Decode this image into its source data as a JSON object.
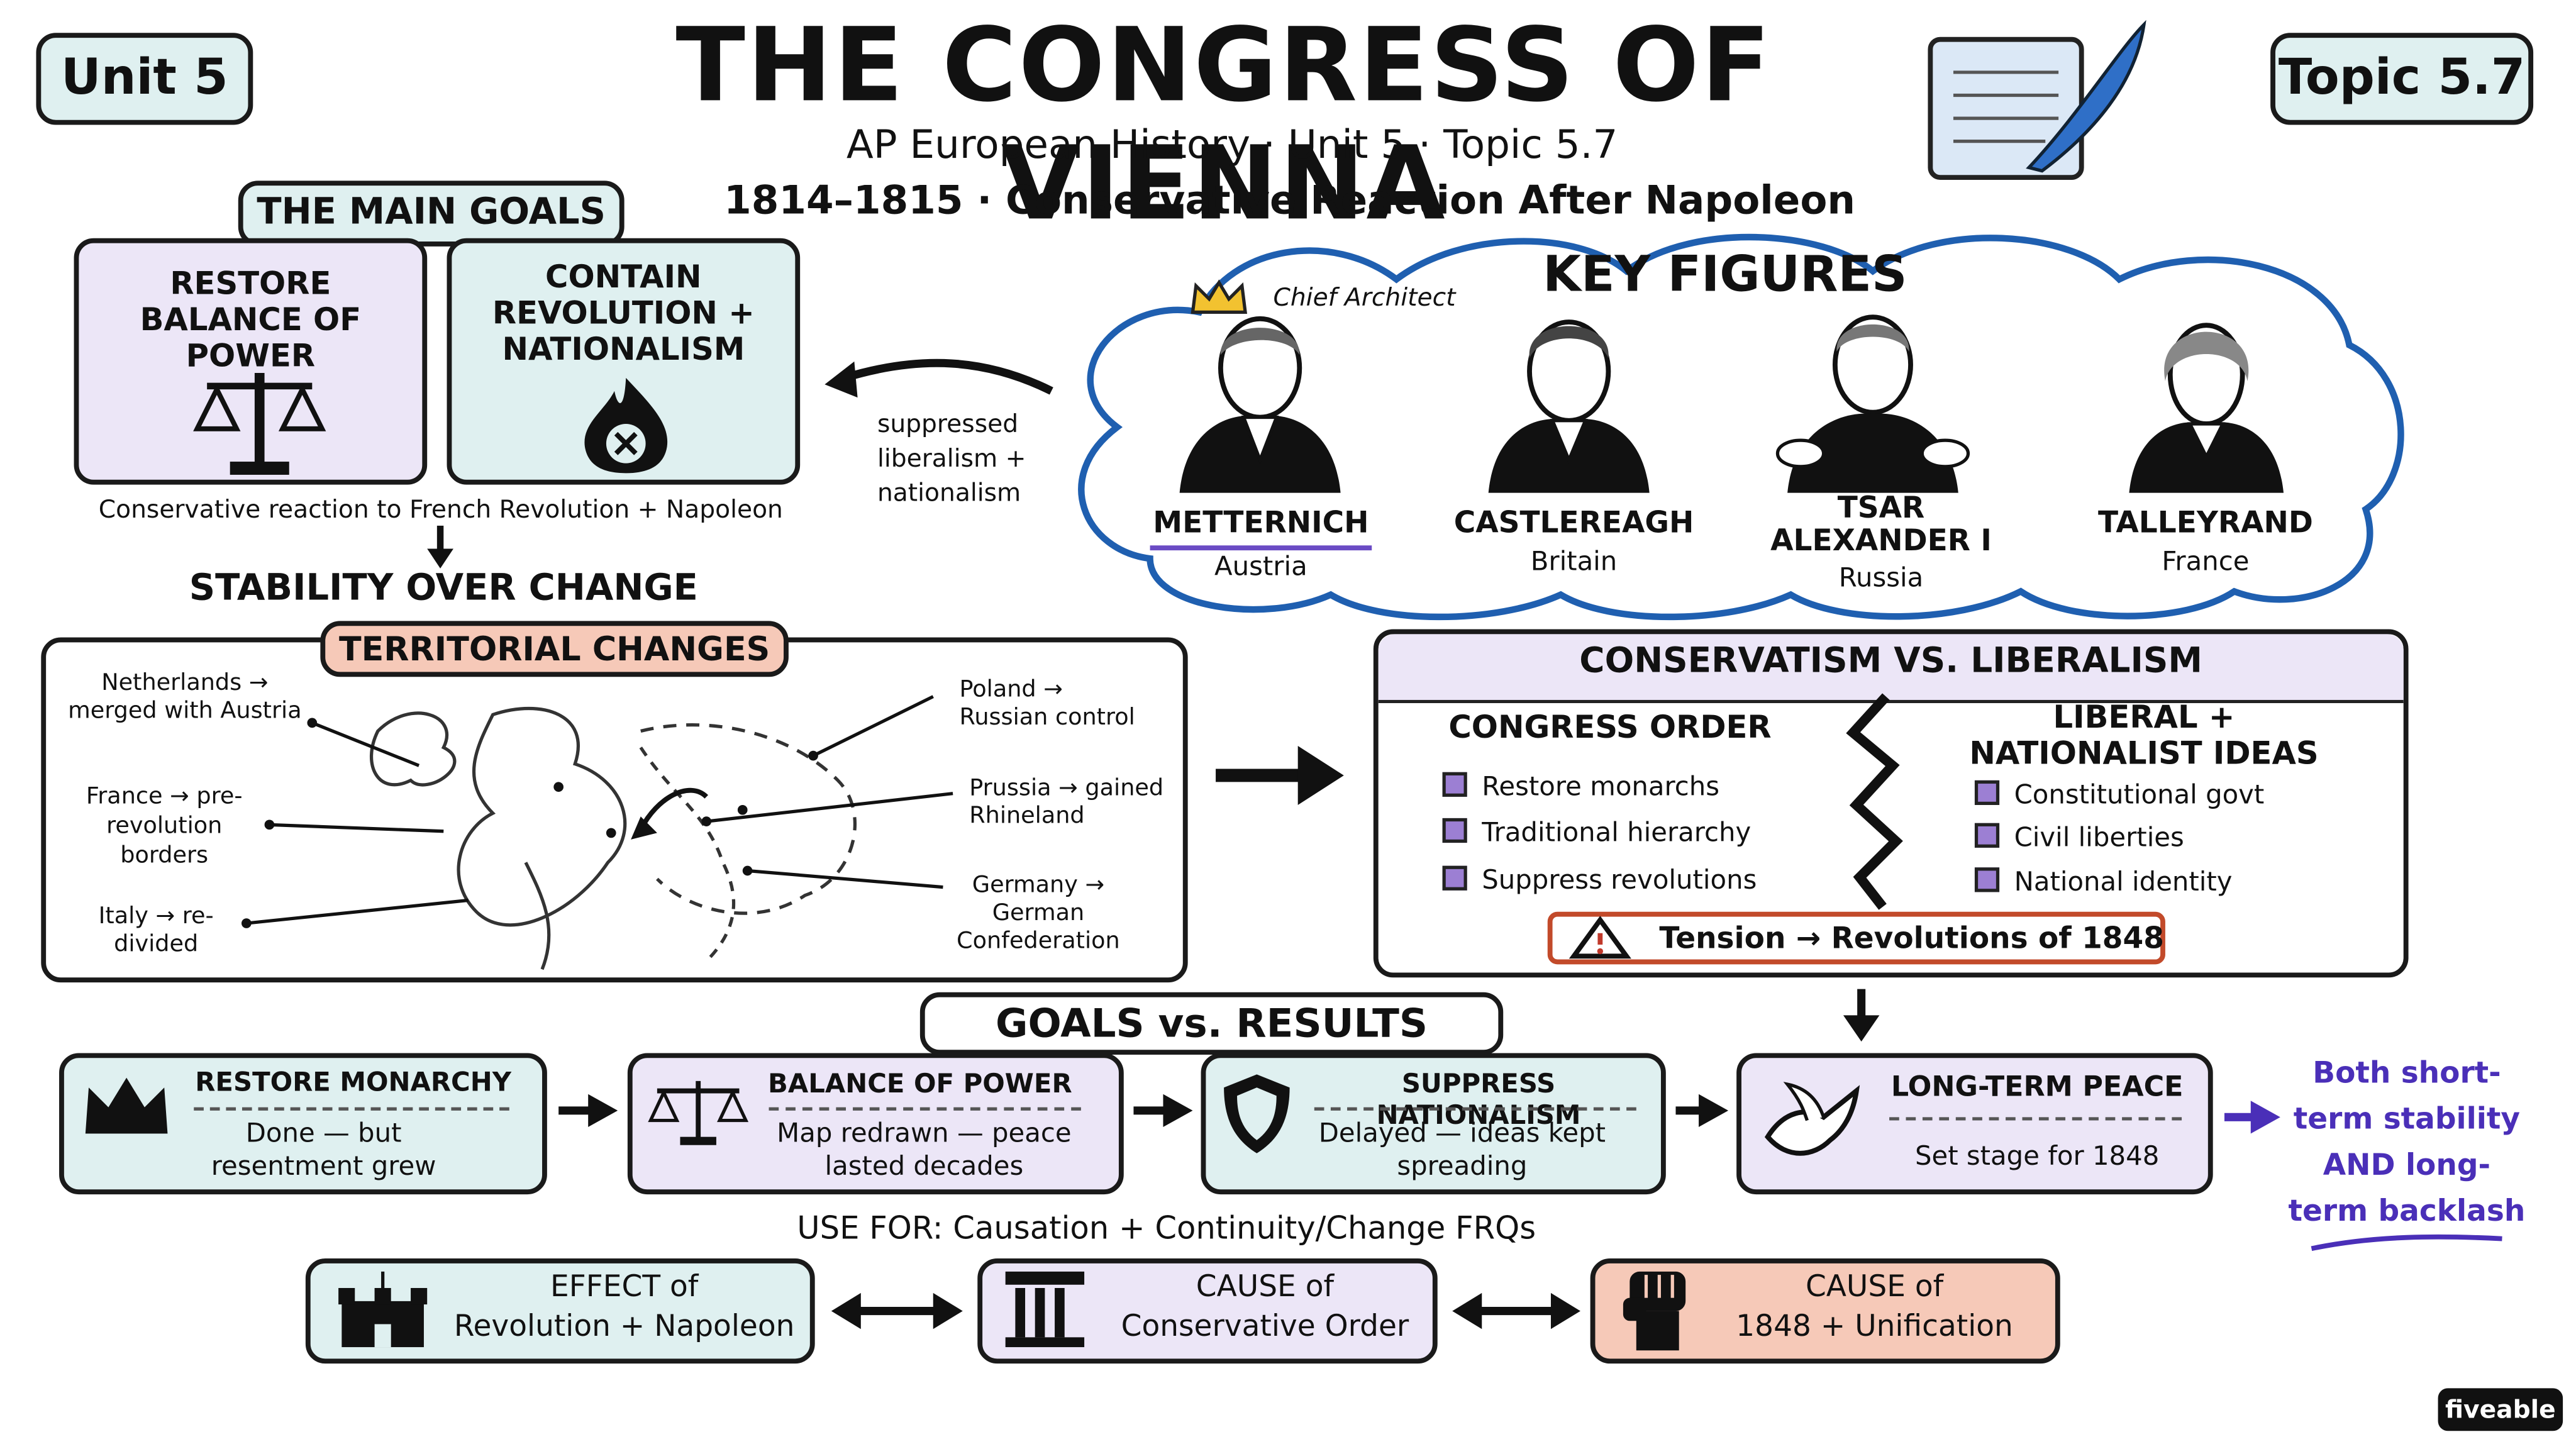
{
  "header": {
    "unit_badge": "Unit 5",
    "topic_badge": "Topic 5.7",
    "title": "THE CONGRESS OF VIENNA",
    "subtitle": "AP European History · Unit 5 · Topic 5.7",
    "subtitle2": "1814–1815 · Conservative Reaction After Napoleon"
  },
  "main_goals": {
    "banner": "THE MAIN GOALS",
    "goal1": "RESTORE BALANCE OF POWER",
    "goal2": "CONTAIN REVOLUTION + NATIONALISM",
    "caption": "Conservative reaction to French Revolution + Napoleon",
    "stability": "STABILITY OVER CHANGE",
    "suppressed": "suppressed liberalism + nationalism"
  },
  "key_figures": {
    "title": "KEY FIGURES",
    "chief_architect": "Chief Architect",
    "people": [
      {
        "name": "METTERNICH",
        "country": "Austria"
      },
      {
        "name": "CASTLEREAGH",
        "country": "Britain"
      },
      {
        "name": "TSAR ALEXANDER I",
        "country": "Russia"
      },
      {
        "name": "TALLEYRAND",
        "country": "France"
      }
    ]
  },
  "territorial": {
    "banner": "TERRITORIAL CHANGES",
    "netherlands": "Netherlands → merged with Austria",
    "france": "France → pre-revolution borders",
    "italy": "Italy → re-divided",
    "poland": "Poland → Russian control",
    "prussia": "Prussia → gained Rhineland",
    "germany": "Germany → German Confederation"
  },
  "cons_lib": {
    "title": "CONSERVATISM VS. LIBERALISM",
    "congress_heading": "CONGRESS ORDER",
    "congress_items": [
      "Restore monarchs",
      "Traditional hierarchy",
      "Suppress revolutions"
    ],
    "liberal_heading": "LIBERAL + NATIONALIST IDEAS",
    "liberal_items": [
      "Constitutional govt",
      "Civil liberties",
      "National identity"
    ],
    "tension": "Tension → Revolutions of 1848"
  },
  "results": {
    "banner": "GOALS vs. RESULTS",
    "items": [
      {
        "heading": "RESTORE MONARCHY",
        "text": "Done — but resentment grew",
        "icon": "crown-icon"
      },
      {
        "heading": "BALANCE OF POWER",
        "text": "Map redrawn — peace lasted decades",
        "icon": "scales-icon"
      },
      {
        "heading": "SUPPRESS NATIONALISM",
        "text": "Delayed — ideas kept spreading",
        "icon": "shield-icon"
      },
      {
        "heading": "LONG-TERM PEACE",
        "text": "Set stage for 1848",
        "icon": "dove-icon"
      }
    ],
    "note": "Both short-term stability AND long-term backlash"
  },
  "use_for": {
    "label": "USE FOR: Causation + Continuity/Change FRQs",
    "items": [
      {
        "line1": "EFFECT of",
        "line2": "Revolution + Napoleon",
        "icon": "castle-icon"
      },
      {
        "line1": "CAUSE of",
        "line2": "Conservative Order",
        "icon": "column-icon"
      },
      {
        "line1": "CAUSE of",
        "line2": "1848 + Unification",
        "icon": "fist-icon"
      }
    ]
  },
  "brand": "fiveable",
  "colors": {
    "purple": "#ece6f7",
    "teal": "#dff0f0",
    "salmon": "#f6c9b8",
    "accent": "#4a2fb8",
    "cloud": "#1f5fb0"
  }
}
